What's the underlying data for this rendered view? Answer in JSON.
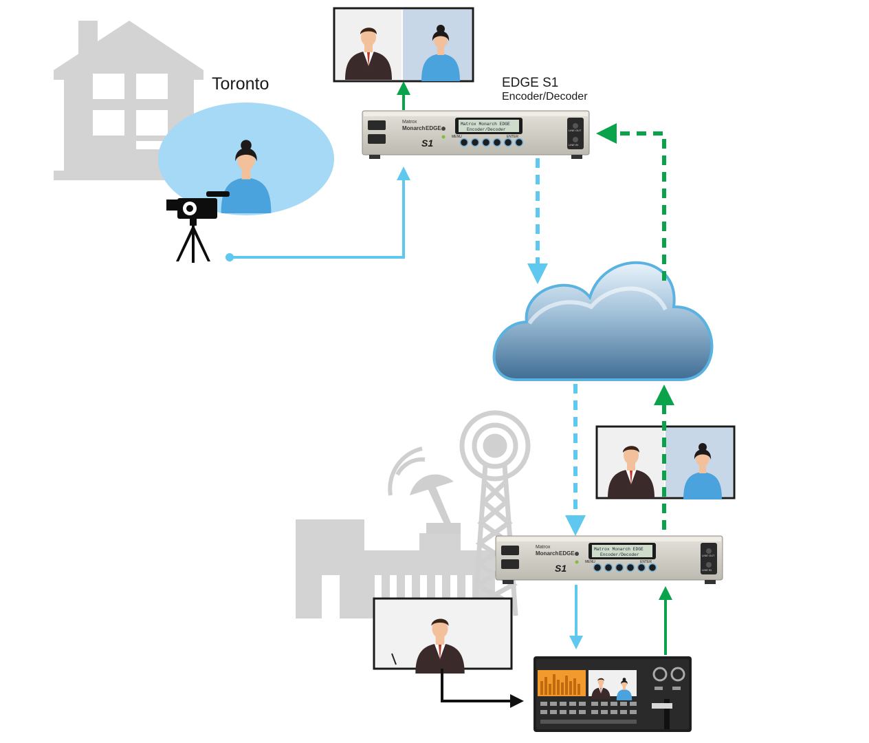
{
  "location_label": "Toronto",
  "device": {
    "title": "EDGE S1",
    "subtitle": "Encoder/Decoder"
  },
  "unit": {
    "brand": "Matrox",
    "brand_reg": "®",
    "product": "Monarch",
    "product_suffix": "EDGE",
    "lcd_line1": "Matrox Monarch EDGE",
    "lcd_line2": "Encoder/Decoder",
    "menu_label": "MENU",
    "enter_label": "ENTER",
    "line_out_label": "LINE OUT",
    "line_in_label": "LINE IN",
    "model_logo": "S1"
  },
  "colors": {
    "encode_link": "#5ec8ee",
    "return_link": "#0aa24a",
    "local_link": "#111111",
    "building": "#d3d3d3",
    "cloud": "#4f7fa6"
  },
  "icons": [
    "house-icon",
    "camera-tripod-icon",
    "cloud-icon",
    "broadcast-station-icon",
    "satellite-dish-icon",
    "radio-tower-icon",
    "production-switcher-icon"
  ]
}
